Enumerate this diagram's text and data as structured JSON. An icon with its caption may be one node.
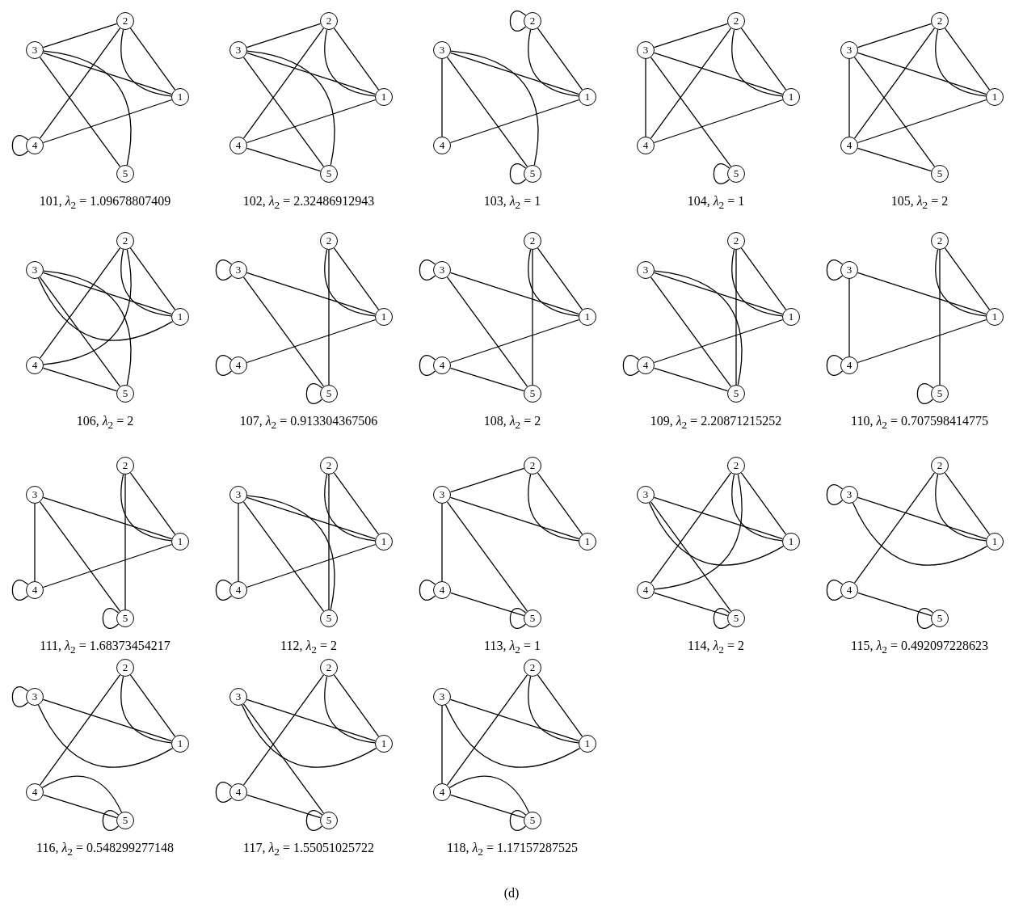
{
  "diagram": {
    "caption": "(d)",
    "nodes": [
      {
        "text": [
          "1"
        ]
      },
      {
        "text": [
          "2"
        ]
      },
      {
        "text": [
          "3"
        ]
      },
      {
        "text": [
          "4"
        ]
      },
      {
        "text": [
          "5"
        ]
      },
      {
        "text": [
          "1"
        ]
      },
      {
        "text": [
          "2"
        ]
      },
      {
        "text": [
          "3"
        ]
      },
      {
        "text": [
          "4"
        ]
      },
      {
        "text": [
          "5"
        ]
      },
      {
        "text": [
          "1"
        ]
      },
      {
        "text": [
          "2"
        ]
      },
      {
        "text": [
          "3"
        ]
      },
      {
        "text": [
          "4"
        ]
      },
      {
        "text": [
          "5"
        ]
      },
      {
        "text": [
          "1"
        ]
      },
      {
        "text": [
          "2"
        ]
      },
      {
        "text": [
          "3"
        ]
      },
      {
        "text": [
          "4"
        ]
      },
      {
        "text": [
          "5"
        ]
      },
      {
        "text": [
          "1"
        ]
      },
      {
        "text": [
          "2"
        ]
      },
      {
        "text": [
          "3"
        ]
      },
      {
        "text": [
          "4"
        ]
      },
      {
        "text": [
          "5"
        ]
      },
      {
        "text": [
          "1"
        ]
      },
      {
        "text": [
          "2"
        ]
      },
      {
        "text": [
          "3"
        ]
      },
      {
        "text": [
          "4"
        ]
      },
      {
        "text": [
          "5"
        ]
      },
      {
        "text": [
          "1"
        ]
      },
      {
        "text": [
          "2"
        ]
      },
      {
        "text": [
          "3"
        ]
      },
      {
        "text": [
          "4"
        ]
      },
      {
        "text": [
          "5"
        ]
      },
      {
        "text": [
          "1"
        ]
      },
      {
        "text": [
          "2"
        ]
      },
      {
        "text": [
          "3"
        ]
      },
      {
        "text": [
          "4"
        ]
      },
      {
        "text": [
          "5"
        ]
      },
      {
        "text": [
          "1"
        ]
      },
      {
        "text": [
          "2"
        ]
      },
      {
        "text": [
          "3"
        ]
      },
      {
        "text": [
          "4"
        ]
      },
      {
        "text": [
          "5"
        ]
      },
      {
        "text": [
          "1"
        ]
      },
      {
        "text": [
          "2"
        ]
      },
      {
        "text": [
          "3"
        ]
      },
      {
        "text": [
          "4"
        ]
      },
      {
        "text": [
          "5"
        ]
      },
      {
        "text": [
          "1"
        ]
      },
      {
        "text": [
          "2"
        ]
      },
      {
        "text": [
          "3"
        ]
      },
      {
        "text": [
          "4"
        ]
      },
      {
        "text": [
          "5"
        ]
      },
      {
        "text": [
          "1"
        ]
      },
      {
        "text": [
          "2"
        ]
      },
      {
        "text": [
          "3"
        ]
      },
      {
        "text": [
          "4"
        ]
      },
      {
        "text": [
          "5"
        ]
      },
      {
        "text": [
          "1"
        ]
      },
      {
        "text": [
          "2"
        ]
      },
      {
        "text": [
          "3"
        ]
      },
      {
        "text": [
          "4"
        ]
      },
      {
        "text": [
          "5"
        ]
      },
      {
        "text": [
          "1"
        ]
      },
      {
        "text": [
          "2"
        ]
      },
      {
        "text": [
          "3"
        ]
      },
      {
        "text": [
          "4"
        ]
      },
      {
        "text": [
          "5"
        ]
      },
      {
        "text": [
          "1"
        ]
      },
      {
        "text": [
          "2"
        ]
      },
      {
        "text": [
          "3"
        ]
      },
      {
        "text": [
          "4"
        ]
      },
      {
        "text": [
          "5"
        ]
      },
      {
        "text": [
          "1"
        ]
      },
      {
        "text": [
          "2"
        ]
      },
      {
        "text": [
          "3"
        ]
      },
      {
        "text": [
          "4"
        ]
      },
      {
        "text": [
          "5"
        ]
      },
      {
        "text": [
          "1"
        ]
      },
      {
        "text": [
          "2"
        ]
      },
      {
        "text": [
          "3"
        ]
      },
      {
        "text": [
          "4"
        ]
      },
      {
        "text": [
          "5"
        ]
      },
      {
        "text": [
          "1"
        ]
      },
      {
        "text": [
          "2"
        ]
      },
      {
        "text": [
          "3"
        ]
      },
      {
        "text": [
          "4"
        ]
      },
      {
        "text": [
          "5"
        ]
      }
    ],
    "edges": [
      {
        "from": 2,
        "to": 1,
        "arrow": "none"
      },
      {
        "from": 1,
        "to": 0,
        "arrow": "none"
      },
      {
        "from": 1,
        "to": 0,
        "arrow": "none"
      },
      {
        "from": 2,
        "to": 0,
        "arrow": "none"
      },
      {
        "from": 1,
        "to": 3,
        "arrow": "none"
      },
      {
        "from": 2,
        "to": 4,
        "arrow": "none"
      },
      {
        "from": 2,
        "to": 4,
        "arrow": "none"
      },
      {
        "from": 3,
        "to": 0,
        "arrow": "none"
      },
      {
        "from": 3,
        "to": 3,
        "arrow": "none"
      },
      {
        "from": 7,
        "to": 6,
        "arrow": "none"
      },
      {
        "from": 6,
        "to": 5,
        "arrow": "none"
      },
      {
        "from": 6,
        "to": 5,
        "arrow": "none"
      },
      {
        "from": 7,
        "to": 5,
        "arrow": "none"
      },
      {
        "from": 6,
        "to": 8,
        "arrow": "none"
      },
      {
        "from": 7,
        "to": 9,
        "arrow": "none"
      },
      {
        "from": 7,
        "to": 9,
        "arrow": "none"
      },
      {
        "from": 8,
        "to": 5,
        "arrow": "none"
      },
      {
        "from": 8,
        "to": 9,
        "arrow": "none"
      },
      {
        "from": 11,
        "to": 11,
        "arrow": "none"
      },
      {
        "from": 11,
        "to": 10,
        "arrow": "none"
      },
      {
        "from": 11,
        "to": 10,
        "arrow": "none"
      },
      {
        "from": 12,
        "to": 10,
        "arrow": "none"
      },
      {
        "from": 12,
        "to": 13,
        "arrow": "none"
      },
      {
        "from": 12,
        "to": 14,
        "arrow": "none"
      },
      {
        "from": 12,
        "to": 14,
        "arrow": "none"
      },
      {
        "from": 13,
        "to": 10,
        "arrow": "none"
      },
      {
        "from": 14,
        "to": 14,
        "arrow": "none"
      },
      {
        "from": 17,
        "to": 16,
        "arrow": "none"
      },
      {
        "from": 16,
        "to": 15,
        "arrow": "none"
      },
      {
        "from": 16,
        "to": 15,
        "arrow": "none"
      },
      {
        "from": 17,
        "to": 15,
        "arrow": "none"
      },
      {
        "from": 17,
        "to": 18,
        "arrow": "none"
      },
      {
        "from": 16,
        "to": 18,
        "arrow": "none"
      },
      {
        "from": 17,
        "to": 19,
        "arrow": "none"
      },
      {
        "from": 18,
        "to": 15,
        "arrow": "none"
      },
      {
        "from": 19,
        "to": 19,
        "arrow": "none"
      },
      {
        "from": 22,
        "to": 21,
        "arrow": "none"
      },
      {
        "from": 21,
        "to": 20,
        "arrow": "none"
      },
      {
        "from": 21,
        "to": 20,
        "arrow": "none"
      },
      {
        "from": 22,
        "to": 20,
        "arrow": "none"
      },
      {
        "from": 22,
        "to": 23,
        "arrow": "none"
      },
      {
        "from": 21,
        "to": 23,
        "arrow": "none"
      },
      {
        "from": 22,
        "to": 24,
        "arrow": "none"
      },
      {
        "from": 23,
        "to": 20,
        "arrow": "none"
      },
      {
        "from": 23,
        "to": 24,
        "arrow": "none"
      },
      {
        "from": 26,
        "to": 25,
        "arrow": "none"
      },
      {
        "from": 26,
        "to": 25,
        "arrow": "none"
      },
      {
        "from": 27,
        "to": 25,
        "arrow": "none"
      },
      {
        "from": 27,
        "to": 25,
        "arrow": "none"
      },
      {
        "from": 26,
        "to": 28,
        "arrow": "none"
      },
      {
        "from": 26,
        "to": 28,
        "arrow": "none"
      },
      {
        "from": 27,
        "to": 29,
        "arrow": "none"
      },
      {
        "from": 27,
        "to": 29,
        "arrow": "none"
      },
      {
        "from": 28,
        "to": 29,
        "arrow": "none"
      },
      {
        "from": 32,
        "to": 32,
        "arrow": "none"
      },
      {
        "from": 31,
        "to": 30,
        "arrow": "none"
      },
      {
        "from": 31,
        "to": 30,
        "arrow": "none"
      },
      {
        "from": 32,
        "to": 30,
        "arrow": "none"
      },
      {
        "from": 32,
        "to": 34,
        "arrow": "none"
      },
      {
        "from": 31,
        "to": 34,
        "arrow": "none"
      },
      {
        "from": 33,
        "to": 33,
        "arrow": "none"
      },
      {
        "from": 33,
        "to": 30,
        "arrow": "none"
      },
      {
        "from": 34,
        "to": 34,
        "arrow": "none"
      },
      {
        "from": 37,
        "to": 37,
        "arrow": "none"
      },
      {
        "from": 36,
        "to": 35,
        "arrow": "none"
      },
      {
        "from": 36,
        "to": 35,
        "arrow": "none"
      },
      {
        "from": 37,
        "to": 35,
        "arrow": "none"
      },
      {
        "from": 37,
        "to": 39,
        "arrow": "none"
      },
      {
        "from": 36,
        "to": 39,
        "arrow": "none"
      },
      {
        "from": 38,
        "to": 38,
        "arrow": "none"
      },
      {
        "from": 38,
        "to": 35,
        "arrow": "none"
      },
      {
        "from": 38,
        "to": 39,
        "arrow": "none"
      },
      {
        "from": 41,
        "to": 40,
        "arrow": "none"
      },
      {
        "from": 41,
        "to": 40,
        "arrow": "none"
      },
      {
        "from": 42,
        "to": 40,
        "arrow": "none"
      },
      {
        "from": 42,
        "to": 44,
        "arrow": "none"
      },
      {
        "from": 42,
        "to": 44,
        "arrow": "none"
      },
      {
        "from": 41,
        "to": 44,
        "arrow": "none"
      },
      {
        "from": 43,
        "to": 43,
        "arrow": "none"
      },
      {
        "from": 43,
        "to": 40,
        "arrow": "none"
      },
      {
        "from": 43,
        "to": 44,
        "arrow": "none"
      },
      {
        "from": 47,
        "to": 47,
        "arrow": "none"
      },
      {
        "from": 46,
        "to": 45,
        "arrow": "none"
      },
      {
        "from": 46,
        "to": 45,
        "arrow": "none"
      },
      {
        "from": 47,
        "to": 45,
        "arrow": "none"
      },
      {
        "from": 47,
        "to": 48,
        "arrow": "none"
      },
      {
        "from": 46,
        "to": 49,
        "arrow": "none"
      },
      {
        "from": 48,
        "to": 48,
        "arrow": "none"
      },
      {
        "from": 48,
        "to": 45,
        "arrow": "none"
      },
      {
        "from": 49,
        "to": 49,
        "arrow": "none"
      },
      {
        "from": 51,
        "to": 50,
        "arrow": "none"
      },
      {
        "from": 51,
        "to": 50,
        "arrow": "none"
      },
      {
        "from": 52,
        "to": 50,
        "arrow": "none"
      },
      {
        "from": 52,
        "to": 53,
        "arrow": "none"
      },
      {
        "from": 52,
        "to": 54,
        "arrow": "none"
      },
      {
        "from": 51,
        "to": 54,
        "arrow": "none"
      },
      {
        "from": 53,
        "to": 53,
        "arrow": "none"
      },
      {
        "from": 53,
        "to": 50,
        "arrow": "none"
      },
      {
        "from": 54,
        "to": 54,
        "arrow": "none"
      },
      {
        "from": 56,
        "to": 55,
        "arrow": "none"
      },
      {
        "from": 56,
        "to": 55,
        "arrow": "none"
      },
      {
        "from": 57,
        "to": 55,
        "arrow": "none"
      },
      {
        "from": 57,
        "to": 58,
        "arrow": "none"
      },
      {
        "from": 57,
        "to": 59,
        "arrow": "none"
      },
      {
        "from": 57,
        "to": 59,
        "arrow": "none"
      },
      {
        "from": 56,
        "to": 59,
        "arrow": "none"
      },
      {
        "from": 58,
        "to": 58,
        "arrow": "none"
      },
      {
        "from": 58,
        "to": 55,
        "arrow": "none"
      },
      {
        "from": 62,
        "to": 61,
        "arrow": "none"
      },
      {
        "from": 61,
        "to": 60,
        "arrow": "none"
      },
      {
        "from": 61,
        "to": 60,
        "arrow": "none"
      },
      {
        "from": 62,
        "to": 60,
        "arrow": "none"
      },
      {
        "from": 62,
        "to": 63,
        "arrow": "none"
      },
      {
        "from": 62,
        "to": 64,
        "arrow": "none"
      },
      {
        "from": 63,
        "to": 63,
        "arrow": "none"
      },
      {
        "from": 63,
        "to": 64,
        "arrow": "none"
      },
      {
        "from": 64,
        "to": 64,
        "arrow": "none"
      },
      {
        "from": 66,
        "to": 65,
        "arrow": "none"
      },
      {
        "from": 66,
        "to": 65,
        "arrow": "none"
      },
      {
        "from": 67,
        "to": 65,
        "arrow": "none"
      },
      {
        "from": 67,
        "to": 65,
        "arrow": "none"
      },
      {
        "from": 67,
        "to": 69,
        "arrow": "none"
      },
      {
        "from": 66,
        "to": 68,
        "arrow": "none"
      },
      {
        "from": 66,
        "to": 68,
        "arrow": "none"
      },
      {
        "from": 68,
        "to": 69,
        "arrow": "none"
      },
      {
        "from": 69,
        "to": 69,
        "arrow": "none"
      },
      {
        "from": 72,
        "to": 72,
        "arrow": "none"
      },
      {
        "from": 71,
        "to": 70,
        "arrow": "none"
      },
      {
        "from": 71,
        "to": 70,
        "arrow": "none"
      },
      {
        "from": 72,
        "to": 70,
        "arrow": "none"
      },
      {
        "from": 72,
        "to": 70,
        "arrow": "none"
      },
      {
        "from": 71,
        "to": 73,
        "arrow": "none"
      },
      {
        "from": 73,
        "to": 73,
        "arrow": "none"
      },
      {
        "from": 73,
        "to": 74,
        "arrow": "none"
      },
      {
        "from": 74,
        "to": 74,
        "arrow": "none"
      },
      {
        "from": 77,
        "to": 77,
        "arrow": "none"
      },
      {
        "from": 76,
        "to": 75,
        "arrow": "none"
      },
      {
        "from": 76,
        "to": 75,
        "arrow": "none"
      },
      {
        "from": 77,
        "to": 75,
        "arrow": "none"
      },
      {
        "from": 77,
        "to": 75,
        "arrow": "none"
      },
      {
        "from": 76,
        "to": 78,
        "arrow": "none"
      },
      {
        "from": 78,
        "to": 79,
        "arrow": "none"
      },
      {
        "from": 78,
        "to": 79,
        "arrow": "none"
      },
      {
        "from": 79,
        "to": 79,
        "arrow": "none"
      },
      {
        "from": 81,
        "to": 80,
        "arrow": "none"
      },
      {
        "from": 81,
        "to": 80,
        "arrow": "none"
      },
      {
        "from": 82,
        "to": 80,
        "arrow": "none"
      },
      {
        "from": 82,
        "to": 80,
        "arrow": "none"
      },
      {
        "from": 82,
        "to": 84,
        "arrow": "none"
      },
      {
        "from": 81,
        "to": 83,
        "arrow": "none"
      },
      {
        "from": 83,
        "to": 83,
        "arrow": "none"
      },
      {
        "from": 83,
        "to": 84,
        "arrow": "none"
      },
      {
        "from": 84,
        "to": 84,
        "arrow": "none"
      },
      {
        "from": 86,
        "to": 85,
        "arrow": "none"
      },
      {
        "from": 86,
        "to": 85,
        "arrow": "none"
      },
      {
        "from": 87,
        "to": 85,
        "arrow": "none"
      },
      {
        "from": 87,
        "to": 85,
        "arrow": "none"
      },
      {
        "from": 87,
        "to": 88,
        "arrow": "none"
      },
      {
        "from": 86,
        "to": 88,
        "arrow": "none"
      },
      {
        "from": 88,
        "to": 89,
        "arrow": "none"
      },
      {
        "from": 88,
        "to": 89,
        "arrow": "none"
      },
      {
        "from": 89,
        "to": 89,
        "arrow": "none"
      }
    ],
    "labels": [
      "101, *λ*$_{2}$ = 1.09678807409",
      "102, *λ*$_{2}$ = 2.32486912943",
      "103, *λ*$_{2}$ = 1",
      "104, *λ*$_{2}$ = 1",
      "105, *λ*$_{2}$ = 2",
      "106, *λ*$_{2}$ = 2",
      "107, *λ*$_{2}$ = 0.913304367506",
      "108, *λ*$_{2}$ = 2",
      "109, *λ*$_{2}$ = 2.20871215252",
      "110, *λ*$_{2}$ = 0.707598414775",
      "111, *λ*$_{2}$ = 1.68373454217",
      "112, *λ*$_{2}$ = 2",
      "113, *λ*$_{2}$ = 1",
      "114, *λ*$_{2}$ = 2",
      "115, *λ*$_{2}$ = 0.492097228623",
      "116, *λ*$_{2}$ = 0.548299277148",
      "117, *λ*$_{2}$ = 1.55051025722",
      "118, *λ*$_{2}$ = 1.17157287525"
    ]
  }
}
